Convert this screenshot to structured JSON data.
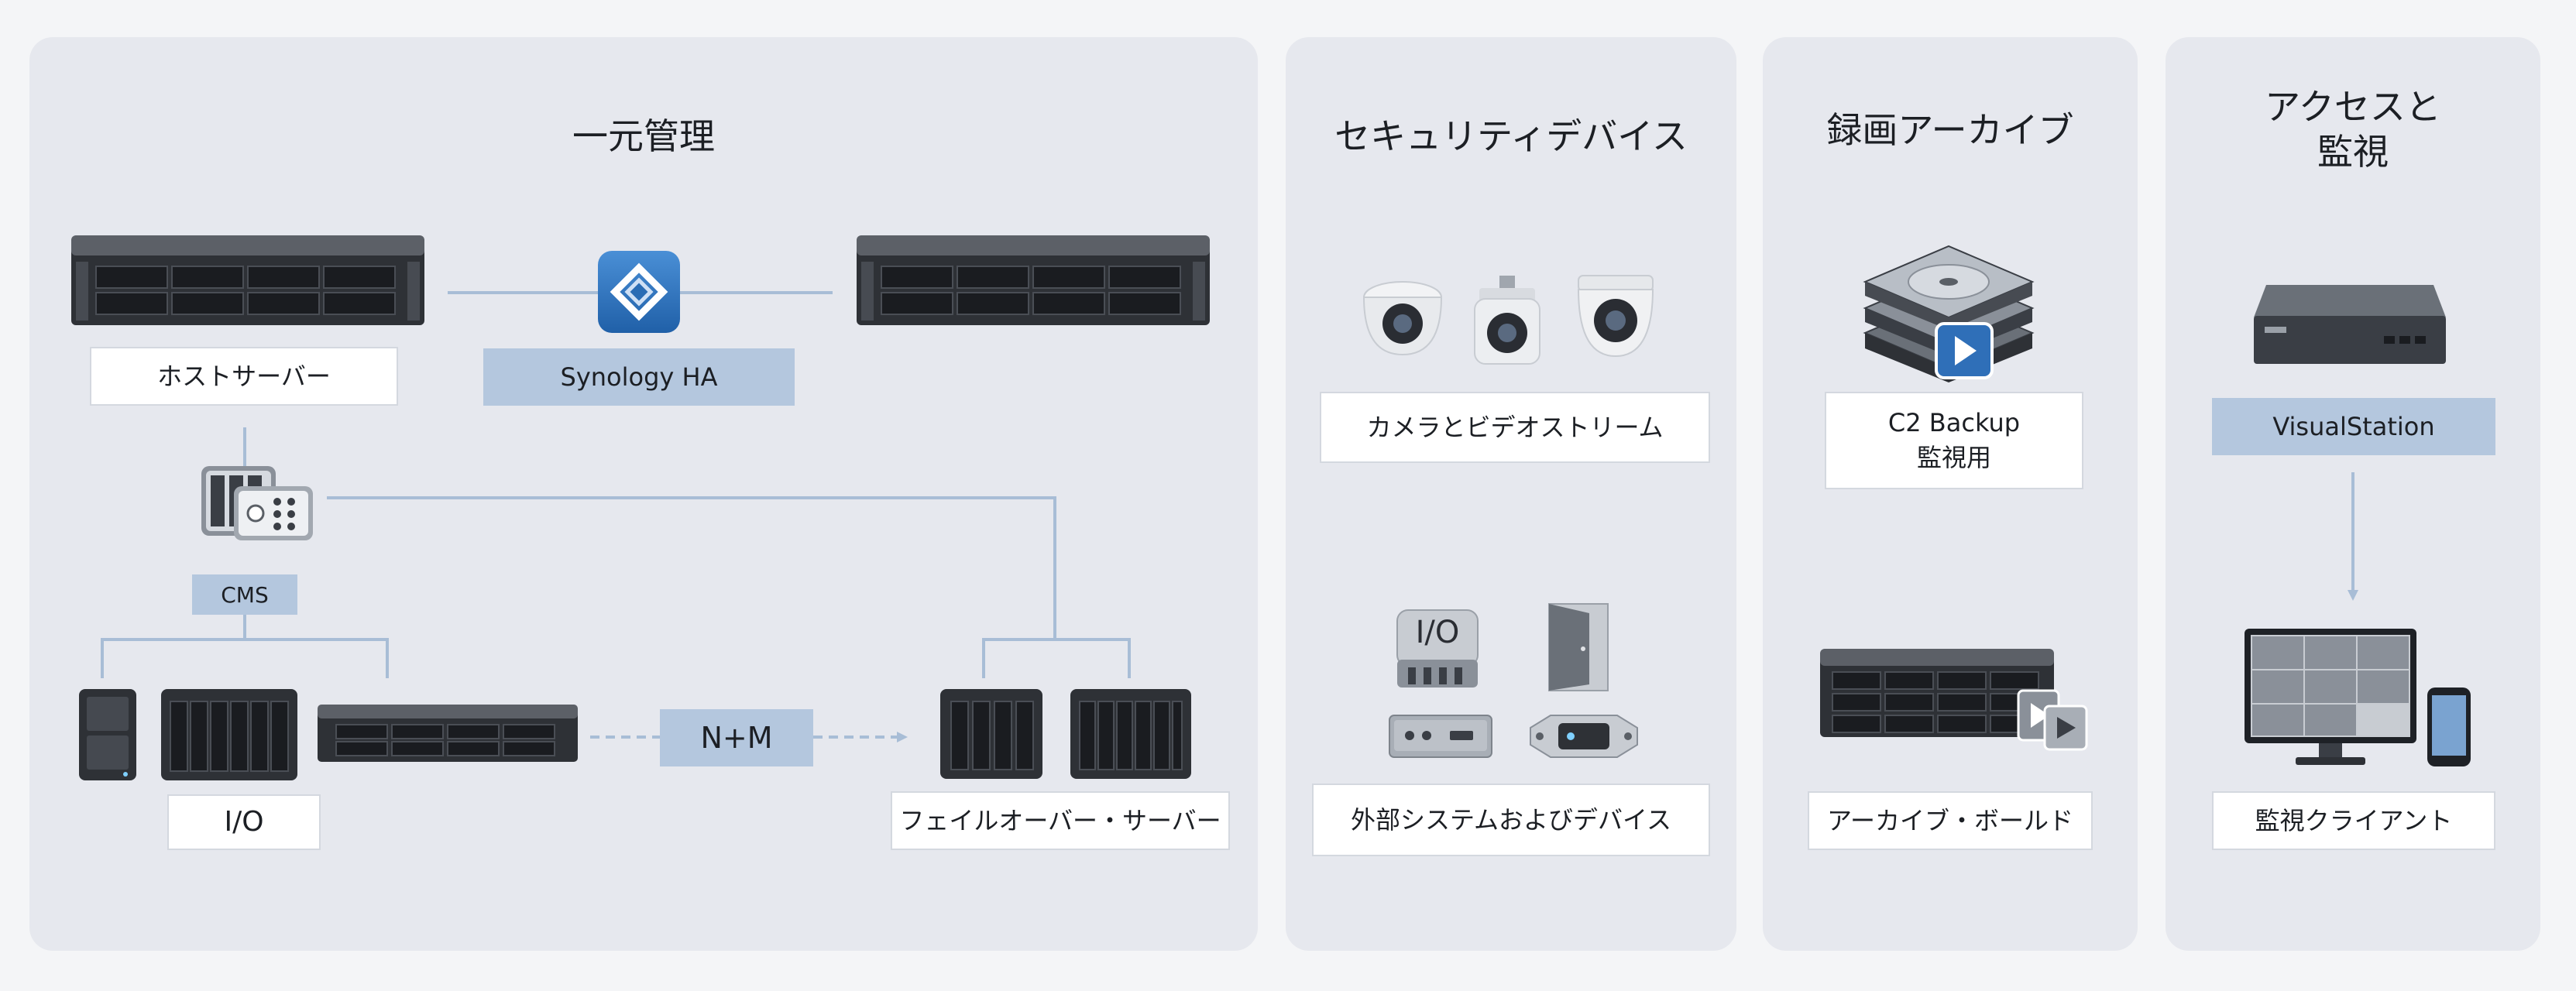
{
  "panels": {
    "central": {
      "title": "一元管理"
    },
    "security": {
      "title": "セキュリティデバイス"
    },
    "archive": {
      "title": "録画アーカイブ"
    },
    "access": {
      "title_line1": "アクセスと",
      "title_line2": "監視"
    }
  },
  "labels": {
    "host_server": "ホストサーバー",
    "synology_ha": "Synology HA",
    "cms": "CMS",
    "io": "I/O",
    "nm": "N+M",
    "failover": "フェイルオーバー・サーバー",
    "camera": "カメラとビデオストリーム",
    "external": "外部システムおよびデバイス",
    "c2_line1": "C2 Backup",
    "c2_line2": "監視用",
    "archive_vault": "アーカイブ・ボールド",
    "visualstation": "VisualStation",
    "client": "監視クライアント"
  },
  "device_text": {
    "io_module": "I/O"
  },
  "colors": {
    "panel": "#e6e8ee",
    "accent_blue": "#b4c7de",
    "line": "#a8bdd6",
    "device_dark": "#2e3136"
  }
}
